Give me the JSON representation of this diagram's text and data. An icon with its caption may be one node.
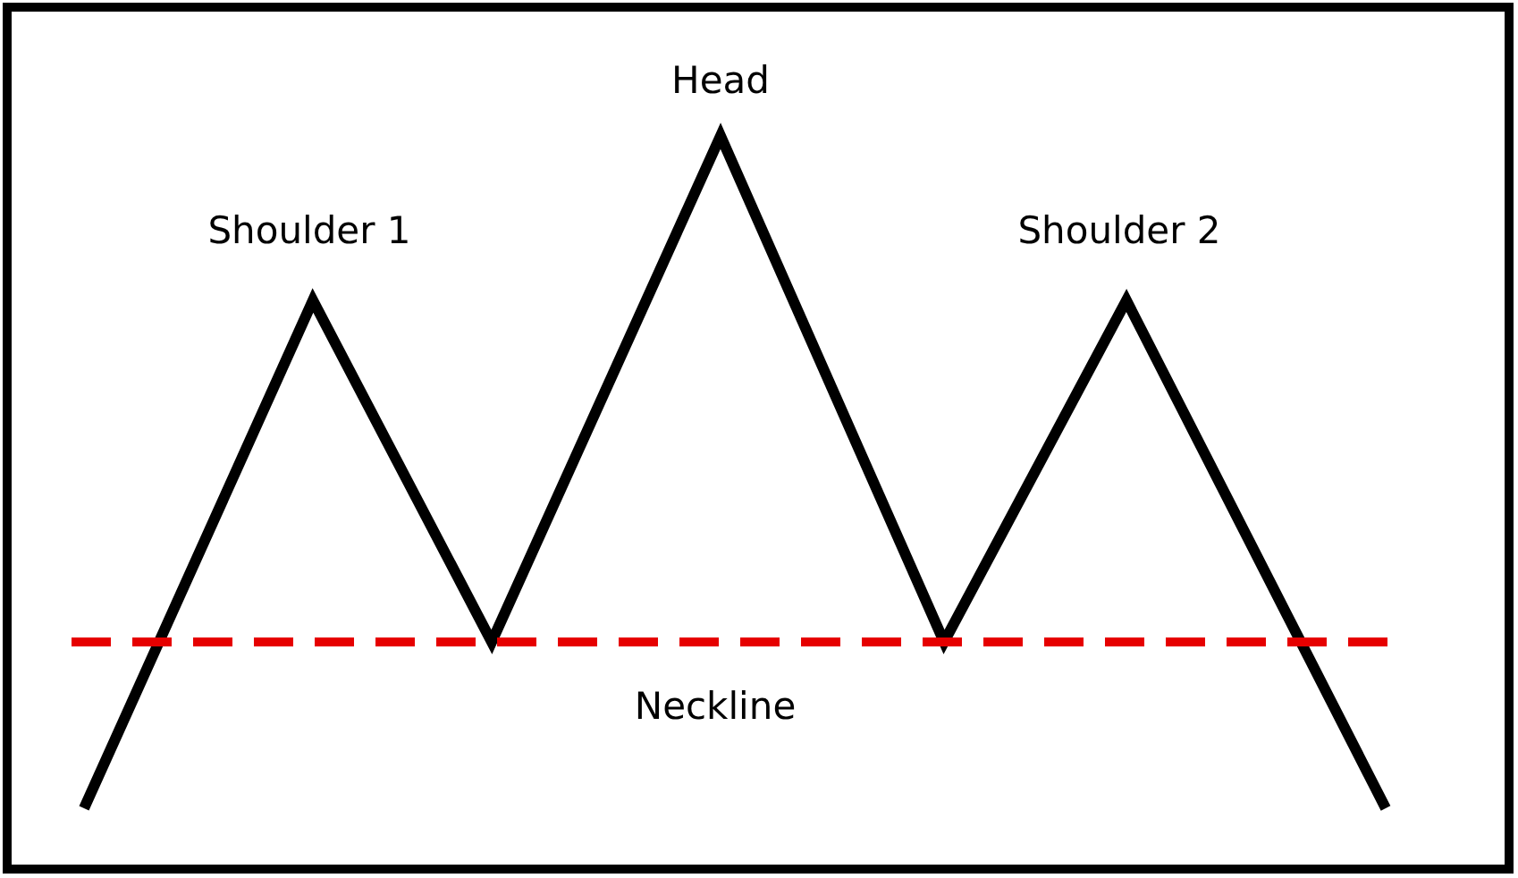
{
  "diagram": {
    "labels": [
      "Head",
      "Shoulder 1",
      "Shoulder 2",
      "Neckline"
    ]
  }
}
